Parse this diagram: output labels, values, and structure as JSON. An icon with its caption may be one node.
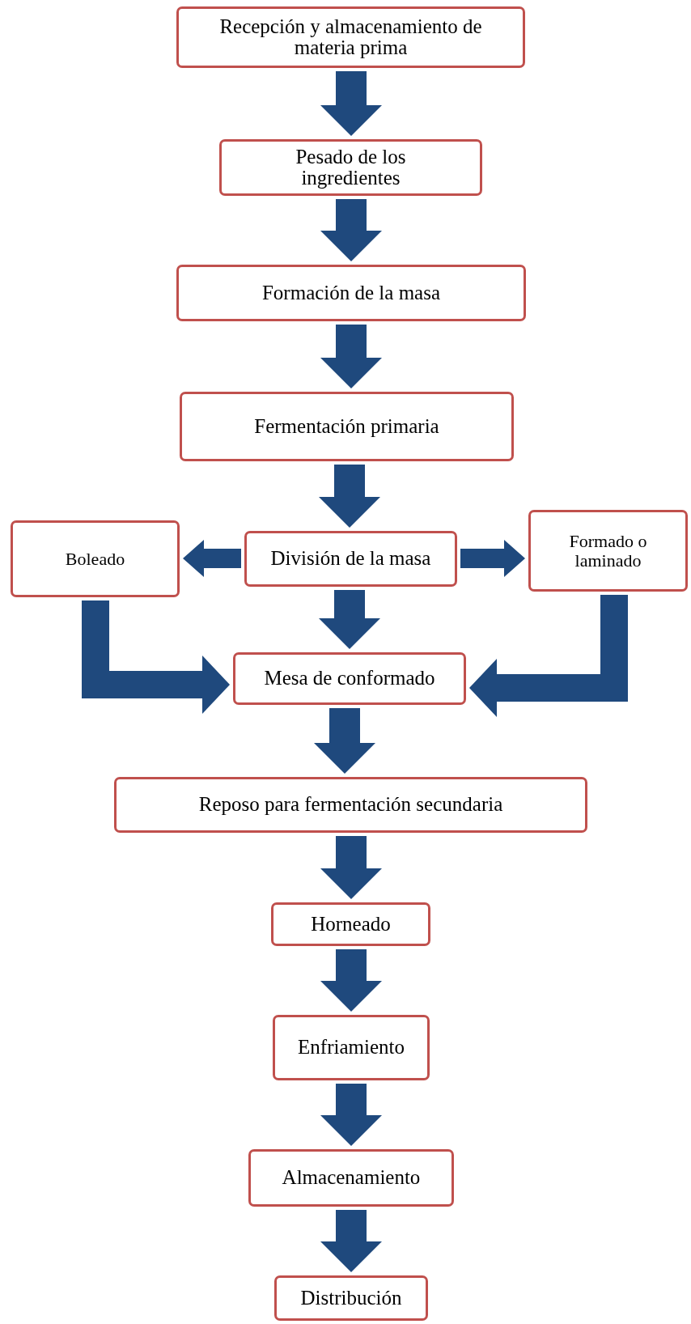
{
  "diagram": {
    "nodes": [
      {
        "text": [
          "Recepción y almacenamiento de materia prima"
        ]
      },
      {
        "text": [
          "Pesado de los ingredientes"
        ]
      },
      {
        "text": [
          "Formación de la masa"
        ]
      },
      {
        "text": [
          "Fermentación primaria"
        ]
      },
      {
        "text": [
          "Boleado"
        ]
      },
      {
        "text": [
          "División de la masa"
        ]
      },
      {
        "text": [
          "Formado o laminado"
        ]
      },
      {
        "text": [
          "Mesa de conformado"
        ]
      },
      {
        "text": [
          "Reposo para fermentación secundaria"
        ]
      },
      {
        "text": [
          "Horneado"
        ]
      },
      {
        "text": [
          "Enfriamiento"
        ]
      },
      {
        "text": [
          "Almacenamiento"
        ]
      },
      {
        "text": [
          "Distribución"
        ]
      }
    ],
    "edges": [
      {
        "from": 0,
        "to": 1,
        "arrow": "to"
      },
      {
        "from": 1,
        "to": 2,
        "arrow": "to"
      },
      {
        "from": 2,
        "to": 3,
        "arrow": "to"
      },
      {
        "from": 3,
        "to": 5,
        "arrow": "to"
      },
      {
        "from": 5,
        "to": 4,
        "arrow": "to"
      },
      {
        "from": 5,
        "to": 6,
        "arrow": "to"
      },
      {
        "from": 5,
        "to": 7,
        "arrow": "to"
      },
      {
        "from": 4,
        "to": 7,
        "arrow": "to"
      },
      {
        "from": 6,
        "to": 7,
        "arrow": "to"
      },
      {
        "from": 7,
        "to": 8,
        "arrow": "to"
      },
      {
        "from": 8,
        "to": 9,
        "arrow": "to"
      },
      {
        "from": 9,
        "to": 10,
        "arrow": "to"
      },
      {
        "from": 10,
        "to": 11,
        "arrow": "to"
      },
      {
        "from": 11,
        "to": 12,
        "arrow": "to"
      }
    ]
  }
}
